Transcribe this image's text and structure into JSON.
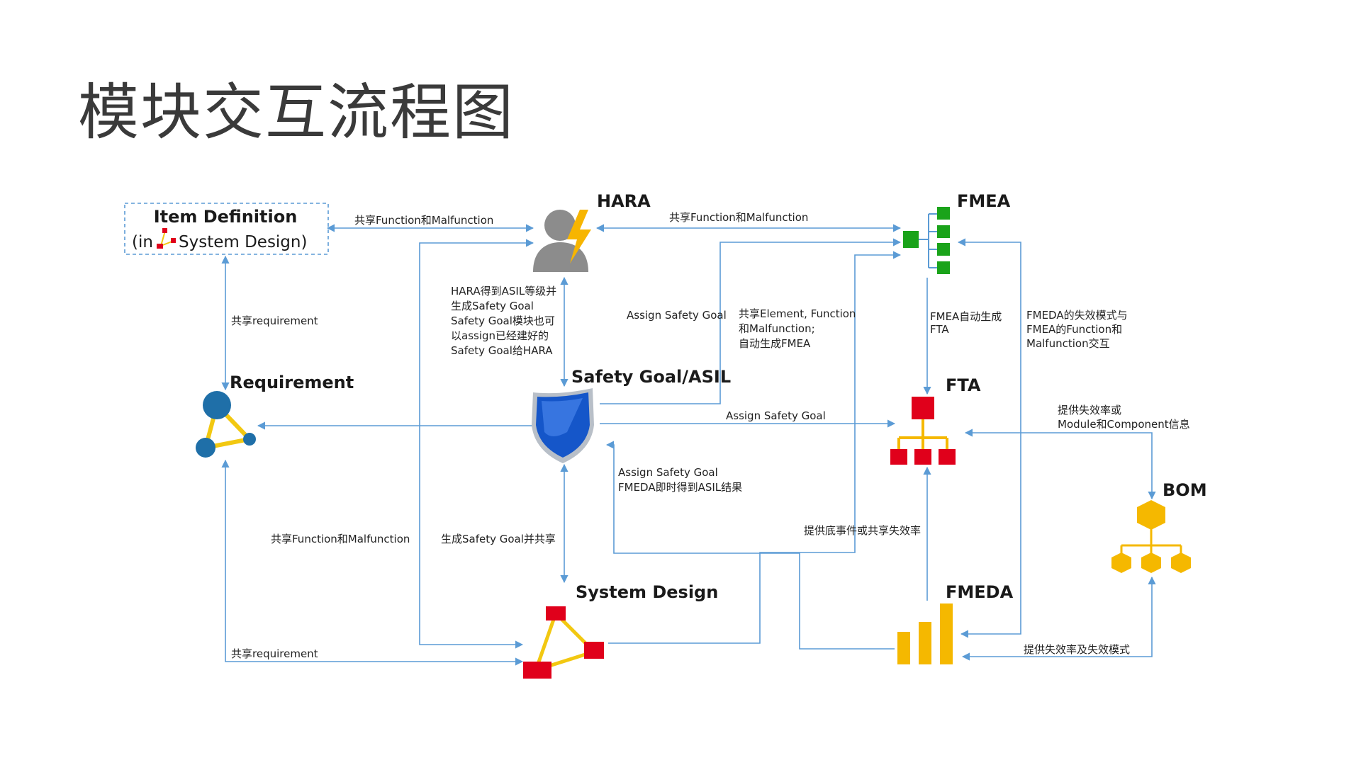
{
  "title": "模块交互流程图",
  "colors": {
    "line": "#5b9bd5",
    "fmea_green": "#1aa31a",
    "fta_red": "#e0001b",
    "bom_yellow": "#f5b800",
    "requirement_blue": "#1f6fa8",
    "requirement_yellow": "#f2c811",
    "hara_gray": "#8c8c8c",
    "hara_bolt": "#f7b500",
    "shield_blue": "#1556c9"
  },
  "icons": {
    "hara": "person-lightning-icon",
    "fmea": "tree-structure-icon",
    "fta": "fault-tree-icon",
    "bom": "cube-tree-icon",
    "requirement": "triangle-nodes-icon",
    "safety_goal": "shield-icon",
    "system_design": "triangle-blocks-icon",
    "fmeda": "bar-chart-icon"
  },
  "nodes": {
    "item_definition": {
      "title": "Item Definition",
      "subtitle_prefix": "(in",
      "subtitle_suffix": "System Design)"
    },
    "hara": {
      "title": "HARA"
    },
    "fmea": {
      "title": "FMEA"
    },
    "requirement": {
      "title": "Requirement"
    },
    "safety_goal": {
      "title": "Safety Goal/ASIL"
    },
    "fta": {
      "title": "FTA"
    },
    "bom": {
      "title": "BOM"
    },
    "system_design": {
      "title": "System Design"
    },
    "fmeda": {
      "title": "FMEDA"
    }
  },
  "edges": {
    "item_hara": "共享Function和Malfunction",
    "hara_fmea": "共享Function和Malfunction",
    "item_requirement": "共享requirement",
    "hara_sg": [
      "HARA得到ASIL等级并",
      "生成Safety Goal",
      "Safety Goal模块也可",
      "以assign已经建好的",
      "Safety Goal给HARA"
    ],
    "sg_fmea": "Assign Safety Goal",
    "sd_fmea": [
      "共享Element, Function",
      "和Malfunction;",
      "自动生成FMEA"
    ],
    "fmea_fta": [
      "FMEA自动生成",
      "FTA"
    ],
    "fmeda_fmea": [
      "FMEDA的失效模式与",
      "FMEA的Function和",
      "Malfunction交互"
    ],
    "sg_fta": "Assign Safety Goal",
    "bom_fta": [
      "提供失效率或",
      "Module和Component信息"
    ],
    "sg_fmeda": [
      "Assign Safety Goal",
      "FMEDA即时得到ASIL结果"
    ],
    "sd_hara": "共享Function和Malfunction",
    "sg_sd": "生成Safety Goal并共享",
    "fmeda_fta": "提供底事件或共享失效率",
    "sd_requirement": "共享requirement",
    "bom_fmeda": "提供失效率及失效模式"
  }
}
